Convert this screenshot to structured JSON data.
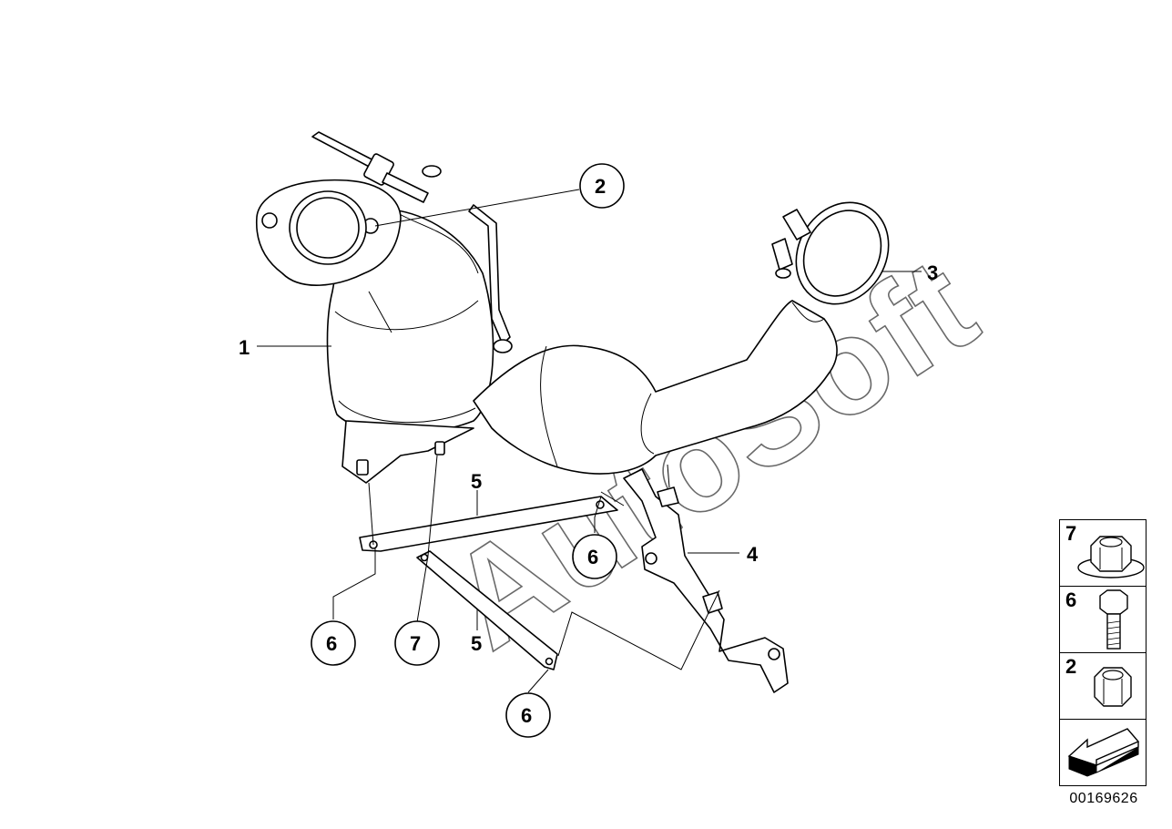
{
  "watermark": "AutoSoft",
  "callouts": [
    {
      "id": "c1",
      "label": "1",
      "circled": false
    },
    {
      "id": "c2",
      "label": "2",
      "circled": true
    },
    {
      "id": "c3",
      "label": "3",
      "circled": false
    },
    {
      "id": "c4",
      "label": "4",
      "circled": false
    },
    {
      "id": "c5a",
      "label": "5",
      "circled": false
    },
    {
      "id": "c5b",
      "label": "5",
      "circled": false
    },
    {
      "id": "c6a",
      "label": "6",
      "circled": true
    },
    {
      "id": "c6b",
      "label": "6",
      "circled": true
    },
    {
      "id": "c6c",
      "label": "6",
      "circled": true
    },
    {
      "id": "c7",
      "label": "7",
      "circled": true
    }
  ],
  "legend": [
    {
      "number": "7",
      "icon": "flange-nut-icon"
    },
    {
      "number": "6",
      "icon": "hex-bolt-icon"
    },
    {
      "number": "2",
      "icon": "hex-nut-icon"
    },
    {
      "number": "",
      "icon": "direction-arrow-icon"
    }
  ],
  "reference_code": "00169626"
}
